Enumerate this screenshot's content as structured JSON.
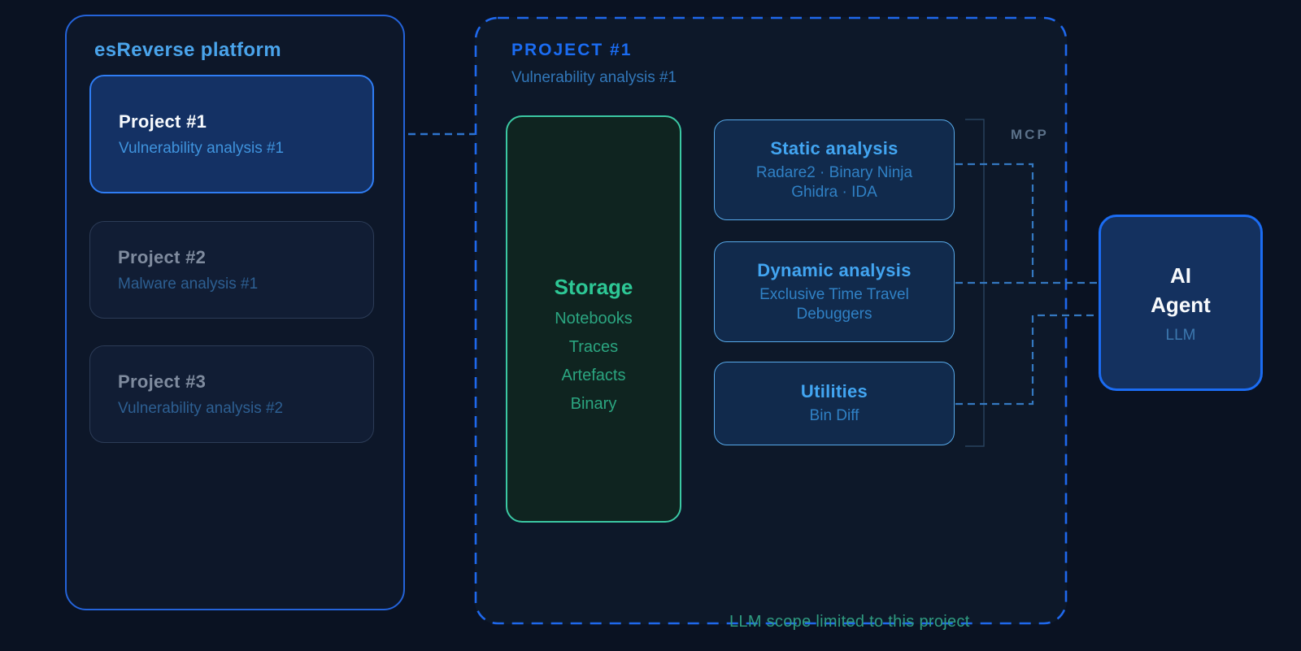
{
  "platform": {
    "title": "esReverse platform",
    "projects": [
      {
        "name": "Project #1",
        "subtitle": "Vulnerability analysis #1",
        "state": "active"
      },
      {
        "name": "Project #2",
        "subtitle": "Malware analysis #1",
        "state": "inactive"
      },
      {
        "name": "Project #3",
        "subtitle": "Vulnerability analysis #2",
        "state": "inactive"
      }
    ]
  },
  "project_scope": {
    "title": "PROJECT #1",
    "subtitle": "Vulnerability analysis #1",
    "storage": {
      "title": "Storage",
      "items": [
        "Notebooks",
        "Traces",
        "Artefacts",
        "Binary"
      ]
    },
    "modules": [
      {
        "title": "Static analysis",
        "lines": [
          "Radare2 · Binary Ninja",
          "Ghidra · IDA"
        ]
      },
      {
        "title": "Dynamic analysis",
        "lines": [
          "Exclusive Time Travel",
          "Debuggers"
        ]
      },
      {
        "title": "Utilities",
        "lines": [
          "Bin Diff"
        ]
      }
    ],
    "caption": "LLM scope limited to this project"
  },
  "mcp_label": "MCP",
  "ai_agent": {
    "line1": "AI",
    "line2": "Agent",
    "subtitle": "LLM"
  },
  "colors": {
    "background": "#0a1222",
    "accent_blue": "#1b6cf2",
    "light_blue": "#42a5f1",
    "teal": "#2dc795",
    "caption_teal": "#2f9b80",
    "muted_text": "#7f8b9e",
    "connector": "#3478c1"
  }
}
